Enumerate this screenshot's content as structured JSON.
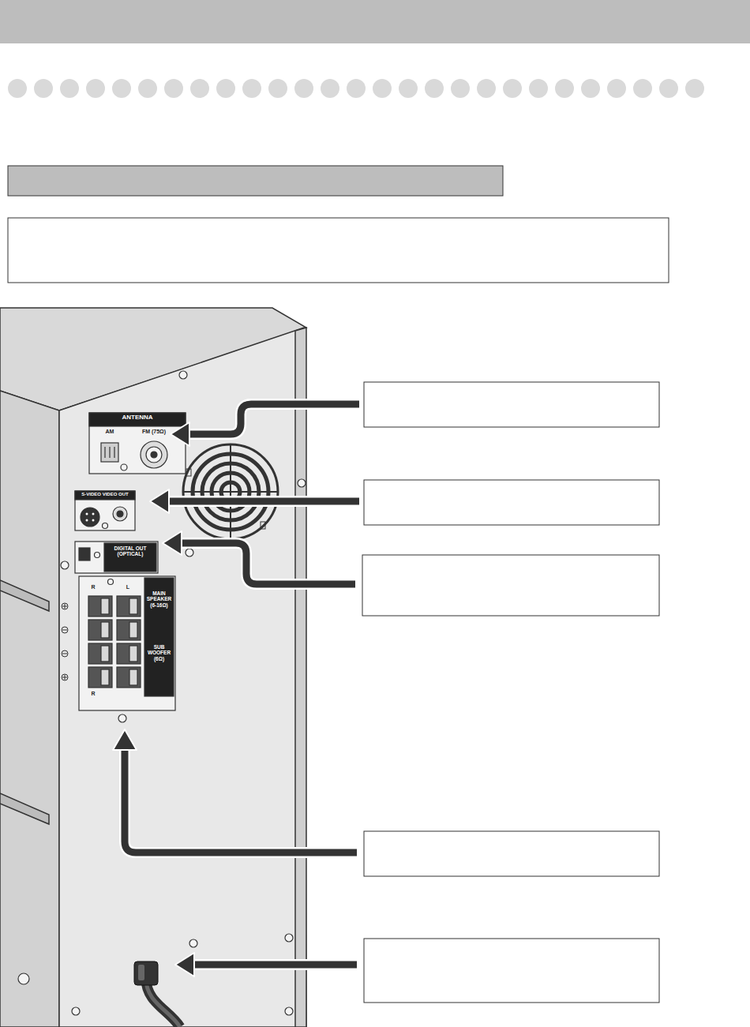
{
  "diagram": {
    "labels": [
      "ANTENNA",
      "AM",
      "FM (75Ω)",
      "S-VIDEO VIDEO OUT",
      "DIGITAL OUT (OPTICAL)",
      "R",
      "L",
      "MAIN SPEAKER (6-16Ω)",
      "SUB WOOFER (6Ω)",
      "R"
    ]
  }
}
